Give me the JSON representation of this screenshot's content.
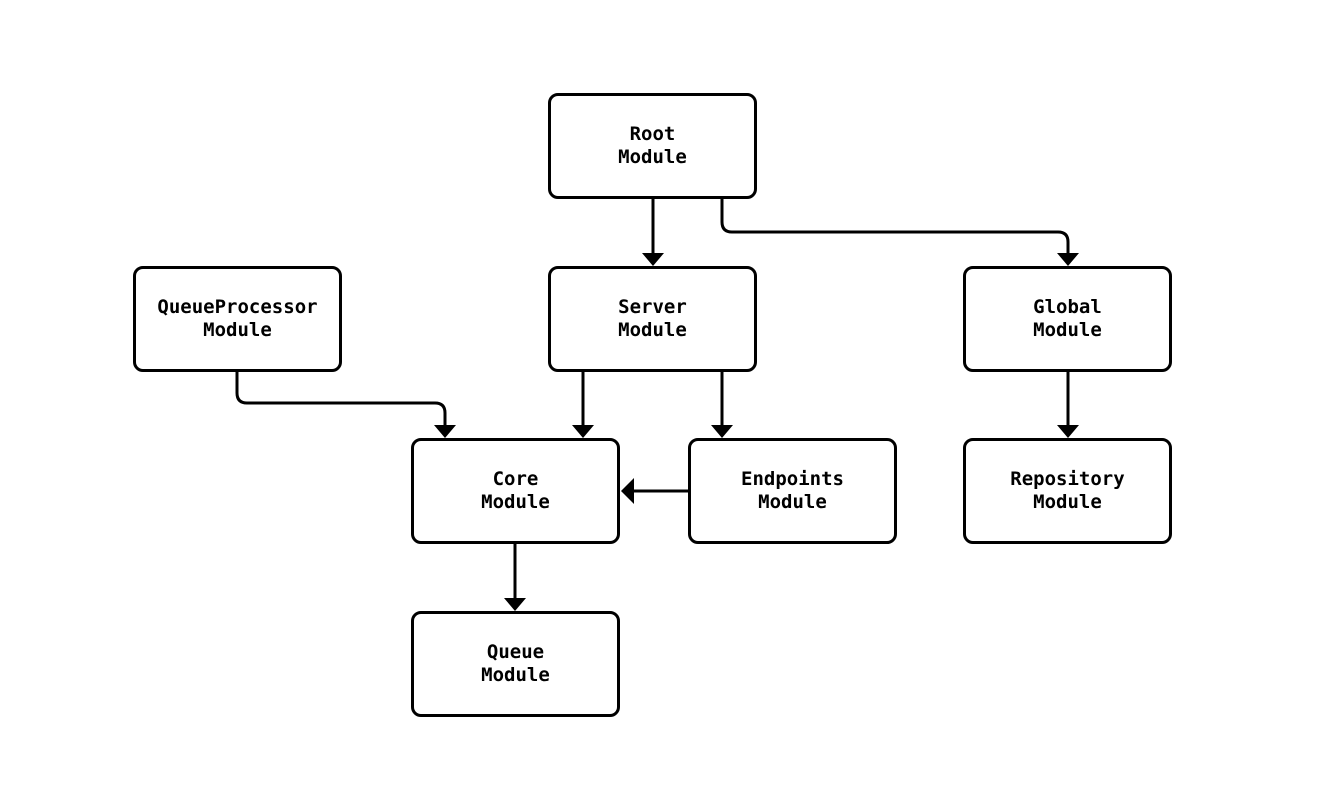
{
  "diagram": {
    "type": "flowchart",
    "background_color": "#ffffff",
    "node_fill_color": "#ffffff",
    "node_border_color": "#000000",
    "edge_color": "#000000",
    "nodes": [
      {
        "id": "root",
        "label": "Root\nModule"
      },
      {
        "id": "queueprocessor",
        "label": "QueueProcessor\nModule"
      },
      {
        "id": "server",
        "label": "Server\nModule"
      },
      {
        "id": "global",
        "label": "Global\nModule"
      },
      {
        "id": "core",
        "label": "Core\nModule"
      },
      {
        "id": "endpoints",
        "label": "Endpoints\nModule"
      },
      {
        "id": "repository",
        "label": "Repository\nModule"
      },
      {
        "id": "queue",
        "label": "Queue\nModule"
      }
    ],
    "edges": [
      {
        "from": "root",
        "to": "server"
      },
      {
        "from": "root",
        "to": "global"
      },
      {
        "from": "queueprocessor",
        "to": "core"
      },
      {
        "from": "server",
        "to": "core"
      },
      {
        "from": "server",
        "to": "endpoints"
      },
      {
        "from": "endpoints",
        "to": "core"
      },
      {
        "from": "global",
        "to": "repository"
      },
      {
        "from": "core",
        "to": "queue"
      }
    ]
  }
}
